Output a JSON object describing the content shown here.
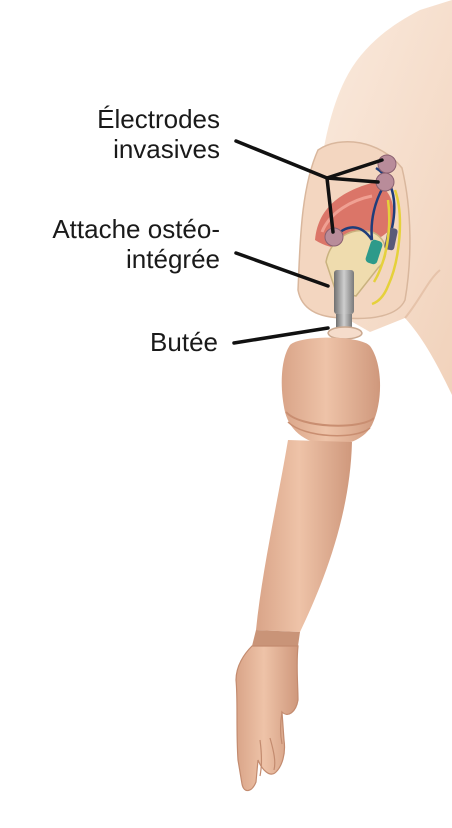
{
  "labels": {
    "electrodes": {
      "line1": "Électrodes",
      "line2": "invasives"
    },
    "attache": {
      "line1": "Attache ostéo-",
      "line2": "intégrée"
    },
    "butee": {
      "line1": "Butée"
    }
  },
  "colors": {
    "skin": "#f6e0cc",
    "prosthesis": "#e2b396",
    "prosthesis_shadow": "#c98e71",
    "muscle": "#d86a5e",
    "bone": "#efdcae",
    "metal": "#8e8e8e",
    "wire_blue": "#1f3d7a",
    "wire_yellow": "#e5d13b",
    "electrode": "#b98c9a",
    "leader_line": "#111111"
  }
}
